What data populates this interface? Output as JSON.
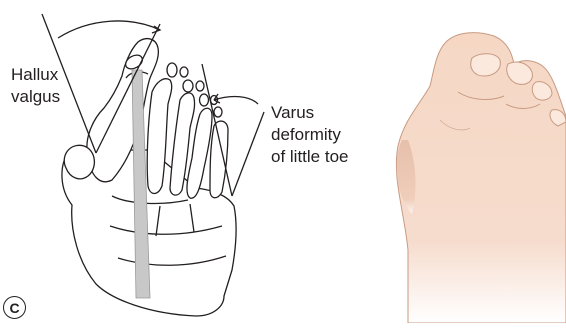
{
  "labels": {
    "hallux_line1": "Hallux",
    "hallux_line2": "valgus",
    "varus_line1": "Varus",
    "varus_line2": "deformity",
    "varus_line3": "of little toe"
  },
  "panel_letter": "C",
  "colors": {
    "ink": "#231f20",
    "skin": "#f5d7c4",
    "skin_shadow": "#e0b49d",
    "bone_fill": "#ffffff",
    "axis_band": "#c8c8c8"
  }
}
